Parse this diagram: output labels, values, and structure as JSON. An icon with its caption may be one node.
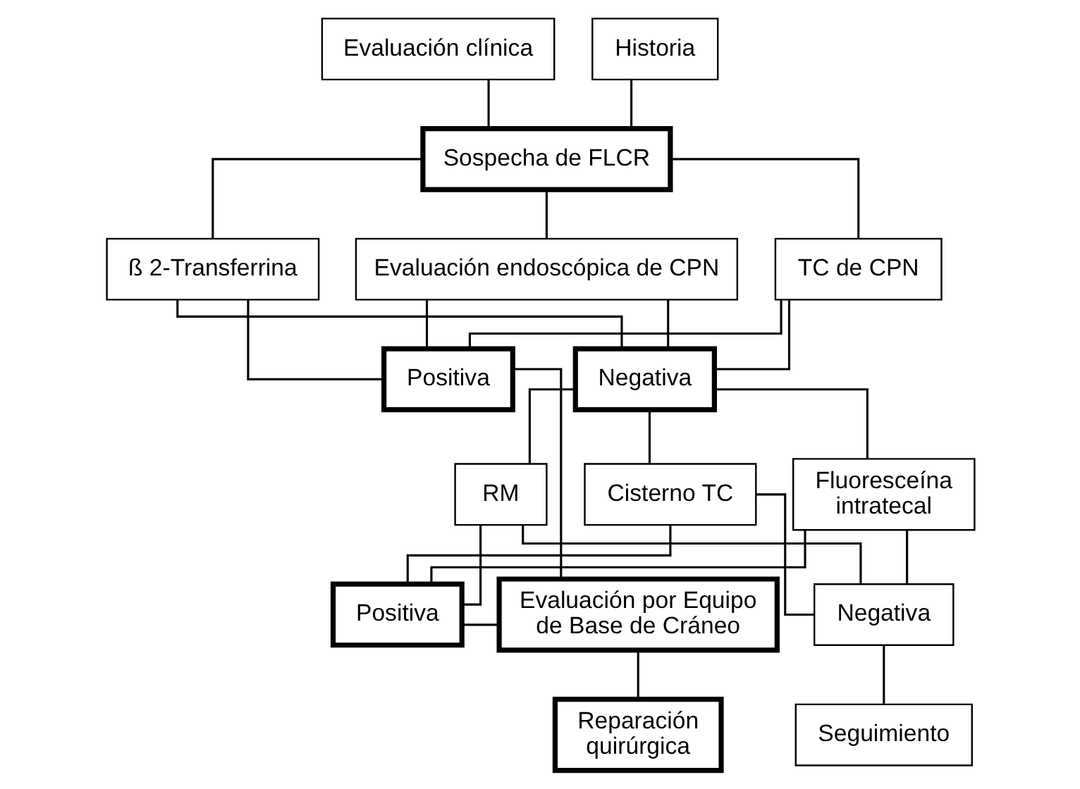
{
  "diagram": {
    "nodes": [
      {
        "text": [
          "Evaluación clínica"
        ]
      },
      {
        "text": [
          "Historia"
        ]
      },
      {
        "text": [
          "Sospecha de FLCR"
        ]
      },
      {
        "text": [
          "ß 2-Transferrina"
        ]
      },
      {
        "text": [
          "Evaluación endoscópica de CPN"
        ]
      },
      {
        "text": [
          "TC de CPN"
        ]
      },
      {
        "text": [
          "Positiva"
        ]
      },
      {
        "text": [
          "Negativa"
        ]
      },
      {
        "text": [
          "RM"
        ]
      },
      {
        "text": [
          "Cisterno TC"
        ]
      },
      {
        "text": [
          "Fluoresceína intratecal"
        ]
      },
      {
        "text": [
          "Evaluación por Equipo de Base de Cráneo"
        ]
      },
      {
        "text": [
          "Positiva"
        ]
      },
      {
        "text": [
          "Negativa"
        ]
      },
      {
        "text": [
          "Reparación quirúrgica"
        ]
      },
      {
        "text": [
          "Seguimiento"
        ]
      }
    ],
    "edges": [
      {
        "from": 0,
        "to": 2,
        "arrow": "none"
      },
      {
        "from": 1,
        "to": 2,
        "arrow": "none"
      },
      {
        "from": 2,
        "to": 3,
        "arrow": "none"
      },
      {
        "from": 2,
        "to": 4,
        "arrow": "none"
      },
      {
        "from": 2,
        "to": 5,
        "arrow": "none"
      },
      {
        "from": 3,
        "to": 6,
        "arrow": "none"
      },
      {
        "from": 3,
        "to": 7,
        "arrow": "none"
      },
      {
        "from": 4,
        "to": 6,
        "arrow": "none"
      },
      {
        "from": 4,
        "to": 7,
        "arrow": "none"
      },
      {
        "from": 5,
        "to": 6,
        "arrow": "none"
      },
      {
        "from": 5,
        "to": 7,
        "arrow": "none"
      },
      {
        "from": 7,
        "to": 8,
        "arrow": "none"
      },
      {
        "from": 7,
        "to": 9,
        "arrow": "none"
      },
      {
        "from": 7,
        "to": 10,
        "arrow": "none"
      },
      {
        "from": 8,
        "to": 12,
        "arrow": "none"
      },
      {
        "from": 8,
        "to": 13,
        "arrow": "none"
      },
      {
        "from": 9,
        "to": 12,
        "arrow": "none"
      },
      {
        "from": 9,
        "to": 13,
        "arrow": "none"
      },
      {
        "from": 10,
        "to": 12,
        "arrow": "none"
      },
      {
        "from": 10,
        "to": 13,
        "arrow": "none"
      },
      {
        "from": 6,
        "to": 11,
        "arrow": "none"
      },
      {
        "from": 12,
        "to": 11,
        "arrow": "none"
      },
      {
        "from": 11,
        "to": 14,
        "arrow": "none"
      },
      {
        "from": 13,
        "to": 15,
        "arrow": "none"
      }
    ]
  }
}
